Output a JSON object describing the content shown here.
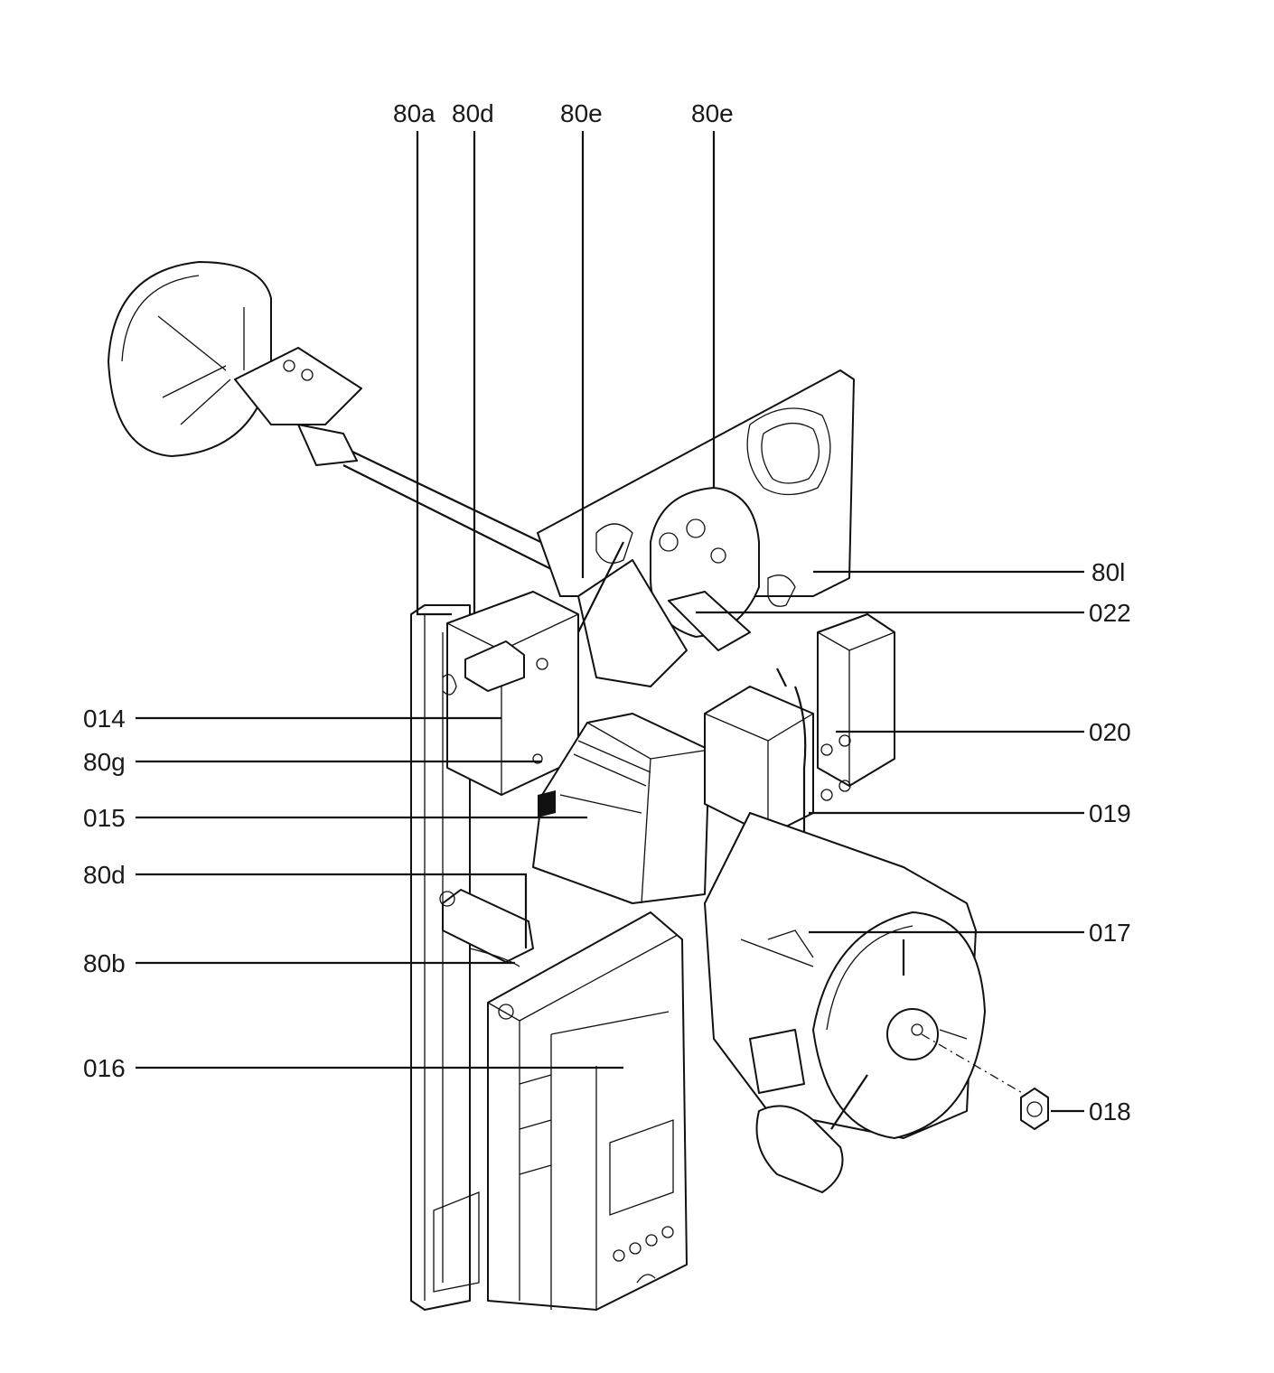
{
  "diagram": {
    "top_labels": [
      "80a",
      "80d",
      "80e",
      "80e"
    ],
    "left_labels": [
      "014",
      "80g",
      "015",
      "80d",
      "80b",
      "016"
    ],
    "right_labels": [
      "80l",
      "022",
      "020",
      "019",
      "017",
      "018"
    ]
  }
}
